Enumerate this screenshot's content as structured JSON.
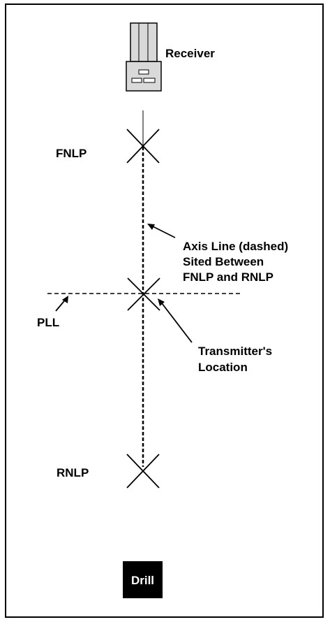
{
  "labels": {
    "receiver": "Receiver",
    "fnlp": "FNLP",
    "axis_line_1": "Axis Line (dashed)",
    "axis_line_2": "Sited Between",
    "axis_line_3": "FNLP and RNLP",
    "pll": "PLL",
    "transmitter_1": "Transmitter's",
    "transmitter_2": "Location",
    "rnlp": "RNLP",
    "drill": "Drill"
  },
  "colors": {
    "ink": "#000000",
    "background": "#ffffff",
    "receiver_fill": "#d9d9d9"
  },
  "icons": {
    "receiver": "receiver-device-icon",
    "drill": "drill-box-icon",
    "marker": "x-marker-icon"
  }
}
